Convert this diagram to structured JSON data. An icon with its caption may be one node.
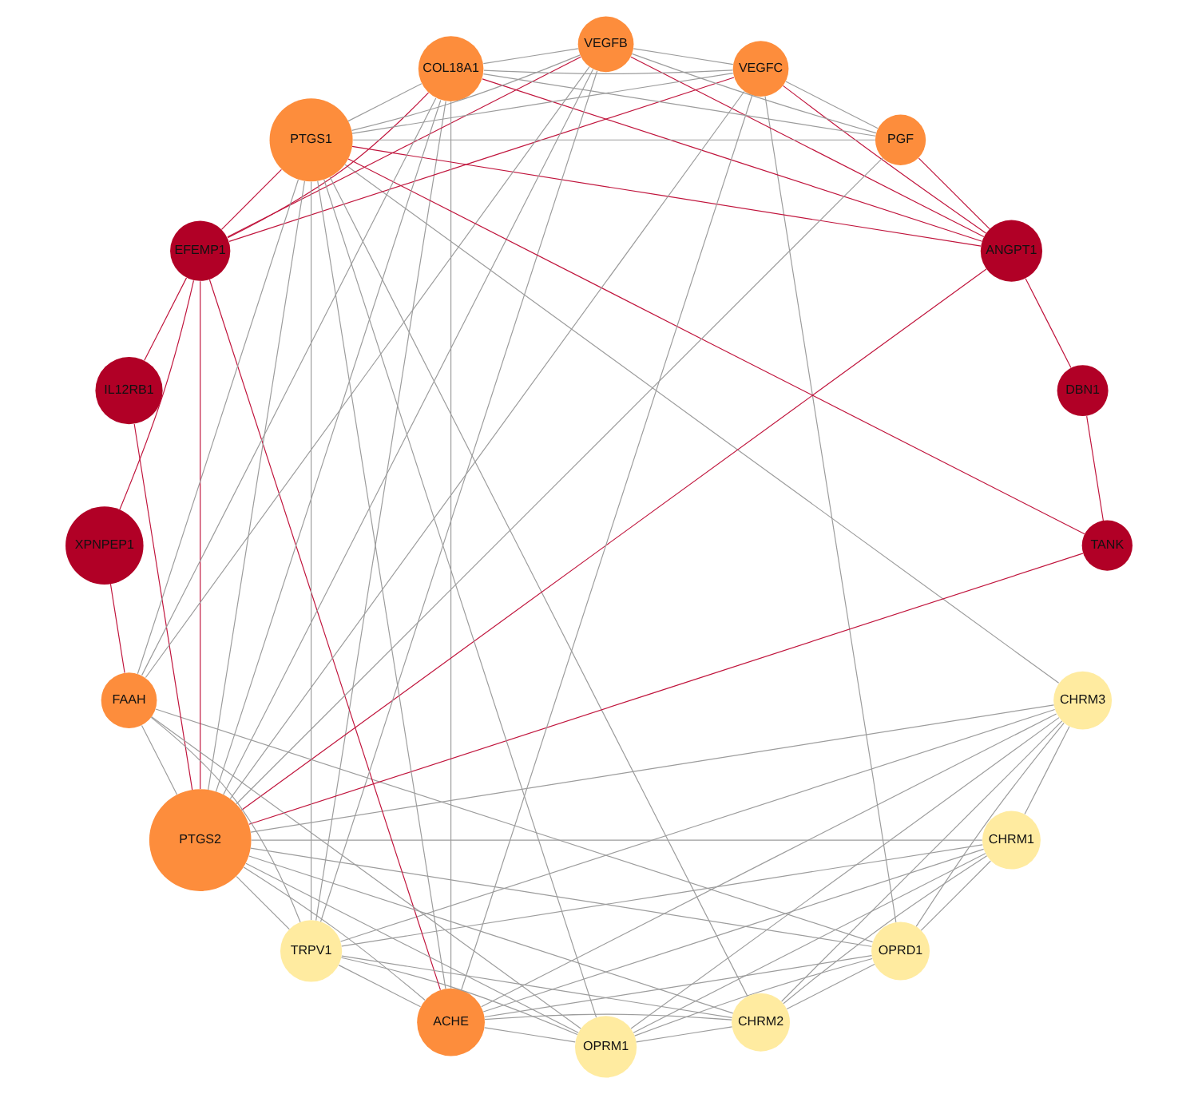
{
  "diagram": {
    "nodes": [
      {
        "text": [
          "OPRD1"
        ]
      },
      {
        "text": [
          "COL18A1"
        ]
      },
      {
        "text": [
          "CHRM1"
        ]
      },
      {
        "text": [
          "OPRM1"
        ]
      },
      {
        "text": [
          "CHRM3"
        ]
      },
      {
        "text": [
          "IL12RB1"
        ]
      },
      {
        "text": [
          "TRPV1"
        ]
      },
      {
        "text": [
          "EFEMP1"
        ]
      },
      {
        "text": [
          "XPNPEP1"
        ]
      },
      {
        "text": [
          "CHRM2"
        ]
      },
      {
        "text": [
          "ACHE"
        ]
      },
      {
        "text": [
          "ANGPT1"
        ]
      },
      {
        "text": [
          "DBN1"
        ]
      },
      {
        "text": [
          "VEGFB"
        ]
      },
      {
        "text": [
          "TANK"
        ]
      },
      {
        "text": [
          "PTGS1"
        ]
      },
      {
        "text": [
          "FAAH"
        ]
      },
      {
        "text": [
          "PTGS2"
        ]
      },
      {
        "text": [
          "VEGFC"
        ]
      },
      {
        "text": [
          "PGF"
        ]
      }
    ],
    "edges": [
      {
        "from": 0,
        "to": 3,
        "arrow": "none"
      },
      {
        "from": 0,
        "to": 2,
        "arrow": "none"
      },
      {
        "from": 0,
        "to": 4,
        "arrow": "none"
      },
      {
        "from": 0,
        "to": 9,
        "arrow": "none"
      },
      {
        "from": 0,
        "to": 16,
        "arrow": "none"
      },
      {
        "from": 0,
        "to": 18,
        "arrow": "none"
      },
      {
        "from": 0,
        "to": 17,
        "arrow": "none"
      },
      {
        "from": 0,
        "to": 10,
        "arrow": "none"
      },
      {
        "from": 2,
        "to": 4,
        "arrow": "none"
      },
      {
        "from": 2,
        "to": 9,
        "arrow": "none"
      },
      {
        "from": 2,
        "to": 3,
        "arrow": "none"
      },
      {
        "from": 2,
        "to": 6,
        "arrow": "none"
      },
      {
        "from": 2,
        "to": 10,
        "arrow": "none"
      },
      {
        "from": 2,
        "to": 17,
        "arrow": "none"
      },
      {
        "from": 4,
        "to": 3,
        "arrow": "none"
      },
      {
        "from": 4,
        "to": 6,
        "arrow": "none"
      },
      {
        "from": 4,
        "to": 10,
        "arrow": "none"
      },
      {
        "from": 4,
        "to": 15,
        "arrow": "none"
      },
      {
        "from": 4,
        "to": 17,
        "arrow": "none"
      },
      {
        "from": 4,
        "to": 9,
        "arrow": "none"
      },
      {
        "from": 9,
        "to": 3,
        "arrow": "none"
      },
      {
        "from": 9,
        "to": 6,
        "arrow": "none"
      },
      {
        "from": 9,
        "to": 10,
        "arrow": "none"
      },
      {
        "from": 9,
        "to": 15,
        "arrow": "none"
      },
      {
        "from": 9,
        "to": 17,
        "arrow": "none"
      },
      {
        "from": 13,
        "to": 1,
        "arrow": "none"
      },
      {
        "from": 13,
        "to": 15,
        "arrow": "none"
      },
      {
        "from": 13,
        "to": 17,
        "arrow": "none"
      },
      {
        "from": 13,
        "to": 19,
        "arrow": "none"
      },
      {
        "from": 13,
        "to": 18,
        "arrow": "none"
      },
      {
        "from": 13,
        "to": 16,
        "arrow": "none"
      },
      {
        "from": 13,
        "to": 6,
        "arrow": "none"
      },
      {
        "from": 16,
        "to": 6,
        "arrow": "none"
      },
      {
        "from": 16,
        "to": 3,
        "arrow": "none"
      },
      {
        "from": 16,
        "to": 15,
        "arrow": "none"
      },
      {
        "from": 16,
        "to": 17,
        "arrow": "none"
      },
      {
        "from": 16,
        "to": 1,
        "arrow": "none"
      },
      {
        "from": 18,
        "to": 15,
        "arrow": "none"
      },
      {
        "from": 18,
        "to": 17,
        "arrow": "none"
      },
      {
        "from": 18,
        "to": 19,
        "arrow": "none"
      },
      {
        "from": 18,
        "to": 1,
        "arrow": "none"
      },
      {
        "from": 18,
        "to": 10,
        "arrow": "none"
      },
      {
        "from": 19,
        "to": 1,
        "arrow": "none"
      },
      {
        "from": 19,
        "to": 17,
        "arrow": "none"
      },
      {
        "from": 19,
        "to": 15,
        "arrow": "none"
      },
      {
        "from": 17,
        "to": 15,
        "arrow": "none"
      },
      {
        "from": 17,
        "to": 3,
        "arrow": "none"
      },
      {
        "from": 17,
        "to": 1,
        "arrow": "none"
      },
      {
        "from": 17,
        "to": 6,
        "arrow": "none"
      },
      {
        "from": 17,
        "to": 10,
        "arrow": "none"
      },
      {
        "from": 15,
        "to": 3,
        "arrow": "none"
      },
      {
        "from": 15,
        "to": 6,
        "arrow": "none"
      },
      {
        "from": 15,
        "to": 10,
        "arrow": "none"
      },
      {
        "from": 15,
        "to": 1,
        "arrow": "none"
      },
      {
        "from": 10,
        "to": 6,
        "arrow": "none"
      },
      {
        "from": 10,
        "to": 3,
        "arrow": "none"
      },
      {
        "from": 10,
        "to": 1,
        "arrow": "none"
      },
      {
        "from": 6,
        "to": 3,
        "arrow": "none"
      },
      {
        "from": 6,
        "to": 1,
        "arrow": "none"
      },
      {
        "from": 7,
        "to": 1,
        "arrow": "none",
        "color": "#c0143c"
      },
      {
        "from": 11,
        "to": 1,
        "arrow": "none",
        "color": "#c0143c"
      },
      {
        "from": 7,
        "to": 5,
        "arrow": "none",
        "color": "#c0143c"
      },
      {
        "from": 7,
        "to": 8,
        "arrow": "none",
        "color": "#c0143c"
      },
      {
        "from": 7,
        "to": 13,
        "arrow": "none",
        "color": "#c0143c"
      },
      {
        "from": 7,
        "to": 10,
        "arrow": "none",
        "color": "#c0143c"
      },
      {
        "from": 7,
        "to": 15,
        "arrow": "none",
        "color": "#c0143c"
      },
      {
        "from": 7,
        "to": 17,
        "arrow": "none",
        "color": "#c0143c"
      },
      {
        "from": 7,
        "to": 18,
        "arrow": "none",
        "color": "#c0143c"
      },
      {
        "from": 5,
        "to": 17,
        "arrow": "none",
        "color": "#c0143c"
      },
      {
        "from": 8,
        "to": 16,
        "arrow": "none",
        "color": "#c0143c"
      },
      {
        "from": 11,
        "to": 12,
        "arrow": "none",
        "color": "#c0143c"
      },
      {
        "from": 11,
        "to": 13,
        "arrow": "none",
        "color": "#c0143c"
      },
      {
        "from": 11,
        "to": 15,
        "arrow": "none",
        "color": "#c0143c"
      },
      {
        "from": 11,
        "to": 17,
        "arrow": "none",
        "color": "#c0143c"
      },
      {
        "from": 11,
        "to": 19,
        "arrow": "none",
        "color": "#c0143c"
      },
      {
        "from": 11,
        "to": 18,
        "arrow": "none",
        "color": "#c0143c"
      },
      {
        "from": 12,
        "to": 14,
        "arrow": "none",
        "color": "#c0143c"
      },
      {
        "from": 14,
        "to": 15,
        "arrow": "none",
        "color": "#c0143c"
      },
      {
        "from": 14,
        "to": 17,
        "arrow": "none",
        "color": "#c0143c"
      }
    ]
  }
}
